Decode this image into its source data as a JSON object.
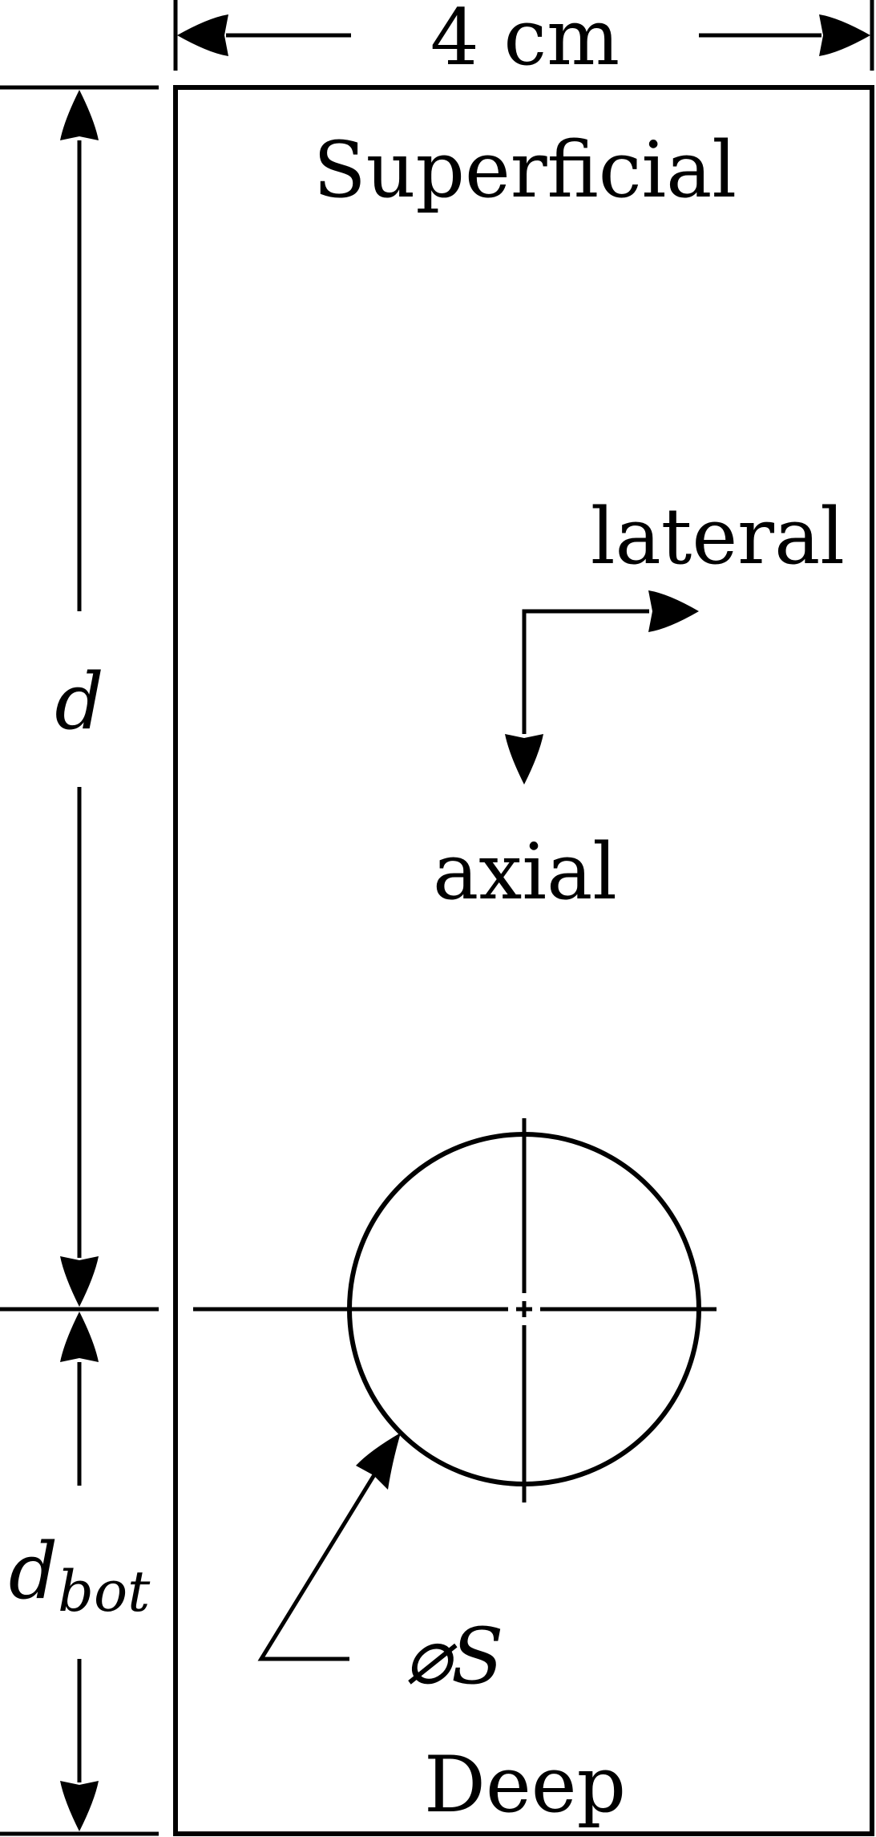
{
  "labels": {
    "width": "4 cm",
    "superficial": "Superficial",
    "lateral": "lateral",
    "axial": "axial",
    "depth": "d",
    "depth_bottom_main": "d",
    "depth_bottom_sub": "bot",
    "diameter_symbol": "⌀",
    "diameter": "S",
    "deep": "Deep"
  },
  "colors": {
    "phantom_fill": "#F8B884",
    "inclusion_fill": "#AF3035",
    "stroke": "#000000"
  }
}
